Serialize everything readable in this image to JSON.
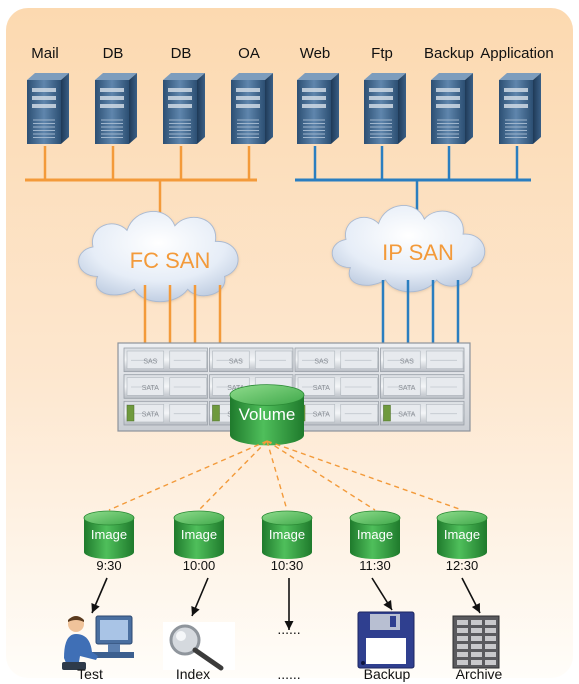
{
  "servers": [
    {
      "label": "Mail",
      "network": "fc"
    },
    {
      "label": "DB",
      "network": "fc"
    },
    {
      "label": "DB",
      "network": "fc"
    },
    {
      "label": "OA",
      "network": "fc"
    },
    {
      "label": "Web",
      "network": "ip"
    },
    {
      "label": "Ftp",
      "network": "ip"
    },
    {
      "label": "Backup",
      "network": "ip"
    },
    {
      "label": "Application",
      "network": "ip"
    }
  ],
  "networks": {
    "fc": {
      "label": "FC SAN",
      "color": "#f39a3a"
    },
    "ip": {
      "label": "IP SAN",
      "color": "#2a7ec0"
    }
  },
  "storage": {
    "rows": [
      [
        "SAS",
        "SAS",
        "SAS",
        "SAS"
      ],
      [
        "SATA",
        "SATA",
        "SATA",
        "SATA"
      ],
      [
        "SATA",
        "SATA",
        "SATA",
        "SATA"
      ]
    ]
  },
  "volume": {
    "label": "Volume"
  },
  "images": [
    {
      "label": "Image",
      "time": "9:30",
      "target": "Test",
      "target_icon": "person-computer-icon"
    },
    {
      "label": "Image",
      "time": "10:00",
      "target": "Index",
      "target_icon": "magnifier-icon"
    },
    {
      "label": "Image",
      "time": "10:30",
      "target": "......",
      "ellipsis_top": "......",
      "target_icon": "none"
    },
    {
      "label": "Image",
      "time": "11:30",
      "target": "Backup",
      "target_icon": "floppy-disk-icon"
    },
    {
      "label": "Image",
      "time": "12:30",
      "target": "Archive",
      "target_icon": "archive-rack-icon"
    }
  ],
  "colors": {
    "background_top": "#fde0bd",
    "background_bottom": "#fffdf9",
    "cylinder_green": "#2f9a3f",
    "dashed_line": "#f39a3a"
  }
}
